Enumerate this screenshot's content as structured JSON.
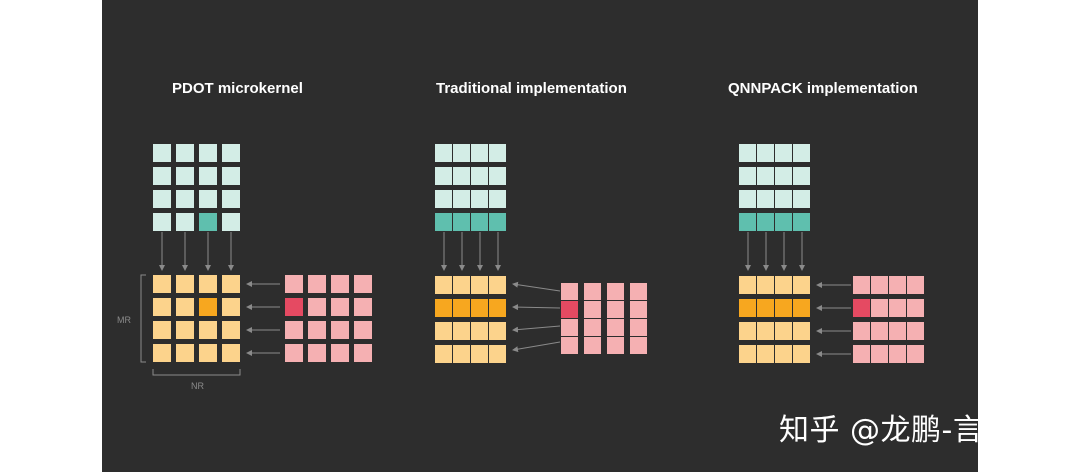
{
  "titles": {
    "pdot": "PDOT microkernel",
    "traditional": "Traditional implementation",
    "qnnpack": "QNNPACK implementation"
  },
  "labels": {
    "mr": "MR",
    "nr": "NR"
  },
  "watermark": "知乎 @龙鹏-言有三",
  "colors": {
    "background": "#2d2d2d",
    "teal_light": "#d3ede6",
    "teal_active": "#5fbfae",
    "orange_light": "#fcd38c",
    "orange_active": "#f7a71f",
    "pink_light": "#f5b0b2",
    "pink_active": "#e54a62",
    "arrow": "#8a8a8a"
  }
}
